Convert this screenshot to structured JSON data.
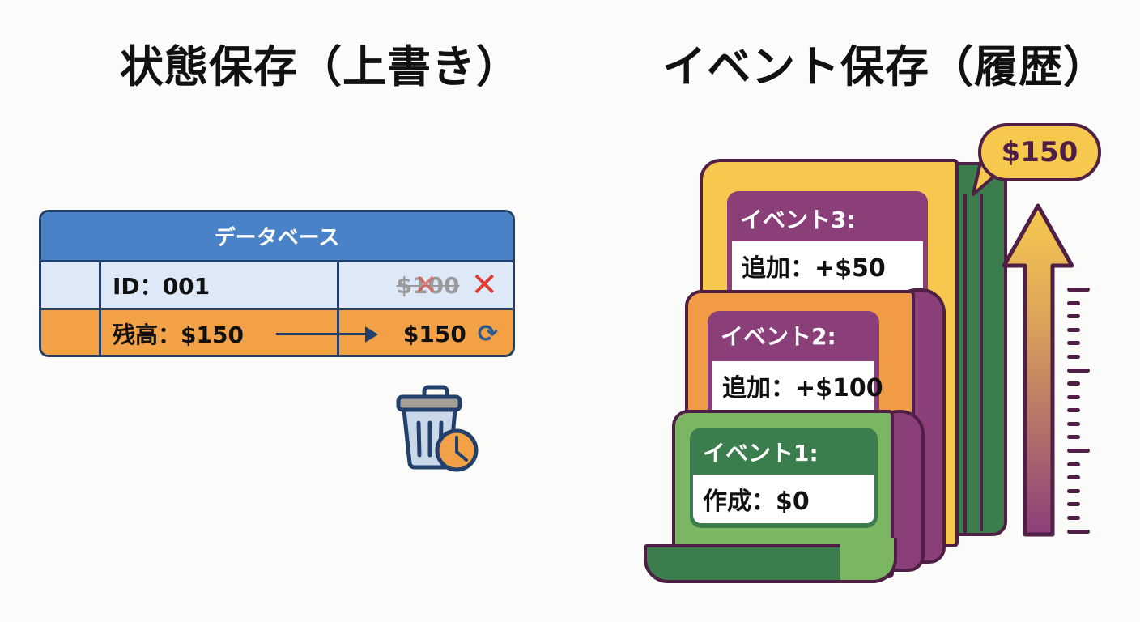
{
  "left_panel": {
    "title": "状態保存（上書き）",
    "database": {
      "header": "データベース",
      "rows": [
        {
          "label": "ID：001",
          "value_old": "$100",
          "status_icon": "delete-x-icon"
        },
        {
          "label": "残高：$150",
          "value": "$150",
          "status_icon": "refresh-icon"
        }
      ]
    },
    "footer_icon": "trash-clock-icon"
  },
  "right_panel": {
    "title": "イベント保存（履歴）",
    "events": [
      {
        "label": "イベント3:",
        "detail": "追加：+$50",
        "color": "#f6c94e"
      },
      {
        "label": "イベント2:",
        "detail": "追加：+$100",
        "color": "#f29b45"
      },
      {
        "label": "イベント1:",
        "detail": "作成：$0",
        "color": "#7bb663"
      }
    ],
    "current_balance": "$150",
    "arrow_icon": "up-arrow-gauge-icon"
  },
  "colors": {
    "db_blue": "#4a82c8",
    "db_outline": "#23406b",
    "row_light": "#dde9f6",
    "row_orange": "#f2a146",
    "purple": "#8a3f79",
    "outline_purple": "#4f1f45",
    "green_dark": "#3b7d4d",
    "green_light": "#7bb663",
    "yellow": "#f6c94e",
    "orange": "#f29b45",
    "red_x": "#e23b33"
  }
}
